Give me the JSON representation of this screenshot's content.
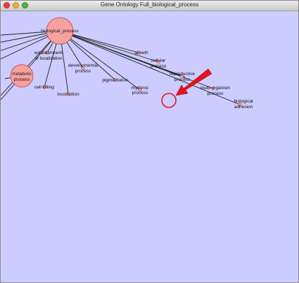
{
  "window": {
    "title": "Gene Ontology Full_biological_process"
  },
  "graph": {
    "root": {
      "label": "biological_process"
    },
    "nodes": {
      "establishment_line1": "establishment",
      "establishment_line2": "of localization",
      "metabolic_line1": "metabolic",
      "metabolic_line2": "process",
      "developmental_line1": "developmental",
      "developmental_line2": "process",
      "growth": "growth",
      "cellular_line1": "cellular",
      "cellular_line2": "process",
      "reproductive_line1": "reproductive",
      "reproductive_line2": "process",
      "cell_killing": "cell killing",
      "locomotion": "locomotion",
      "pigmentation": "pigmentation",
      "rhythmic_line1": "rhythmic",
      "rhythmic_line2": "process",
      "multi_line1": "multi-organism",
      "multi_line2": "process",
      "adhesion_line1": "biological",
      "adhesion_line2": "adhesion"
    }
  },
  "colors": {
    "canvas": "#ccccff",
    "node_fill": "#f7a0a0",
    "node_stroke": "#c04040",
    "annotation": "#e0161e"
  }
}
